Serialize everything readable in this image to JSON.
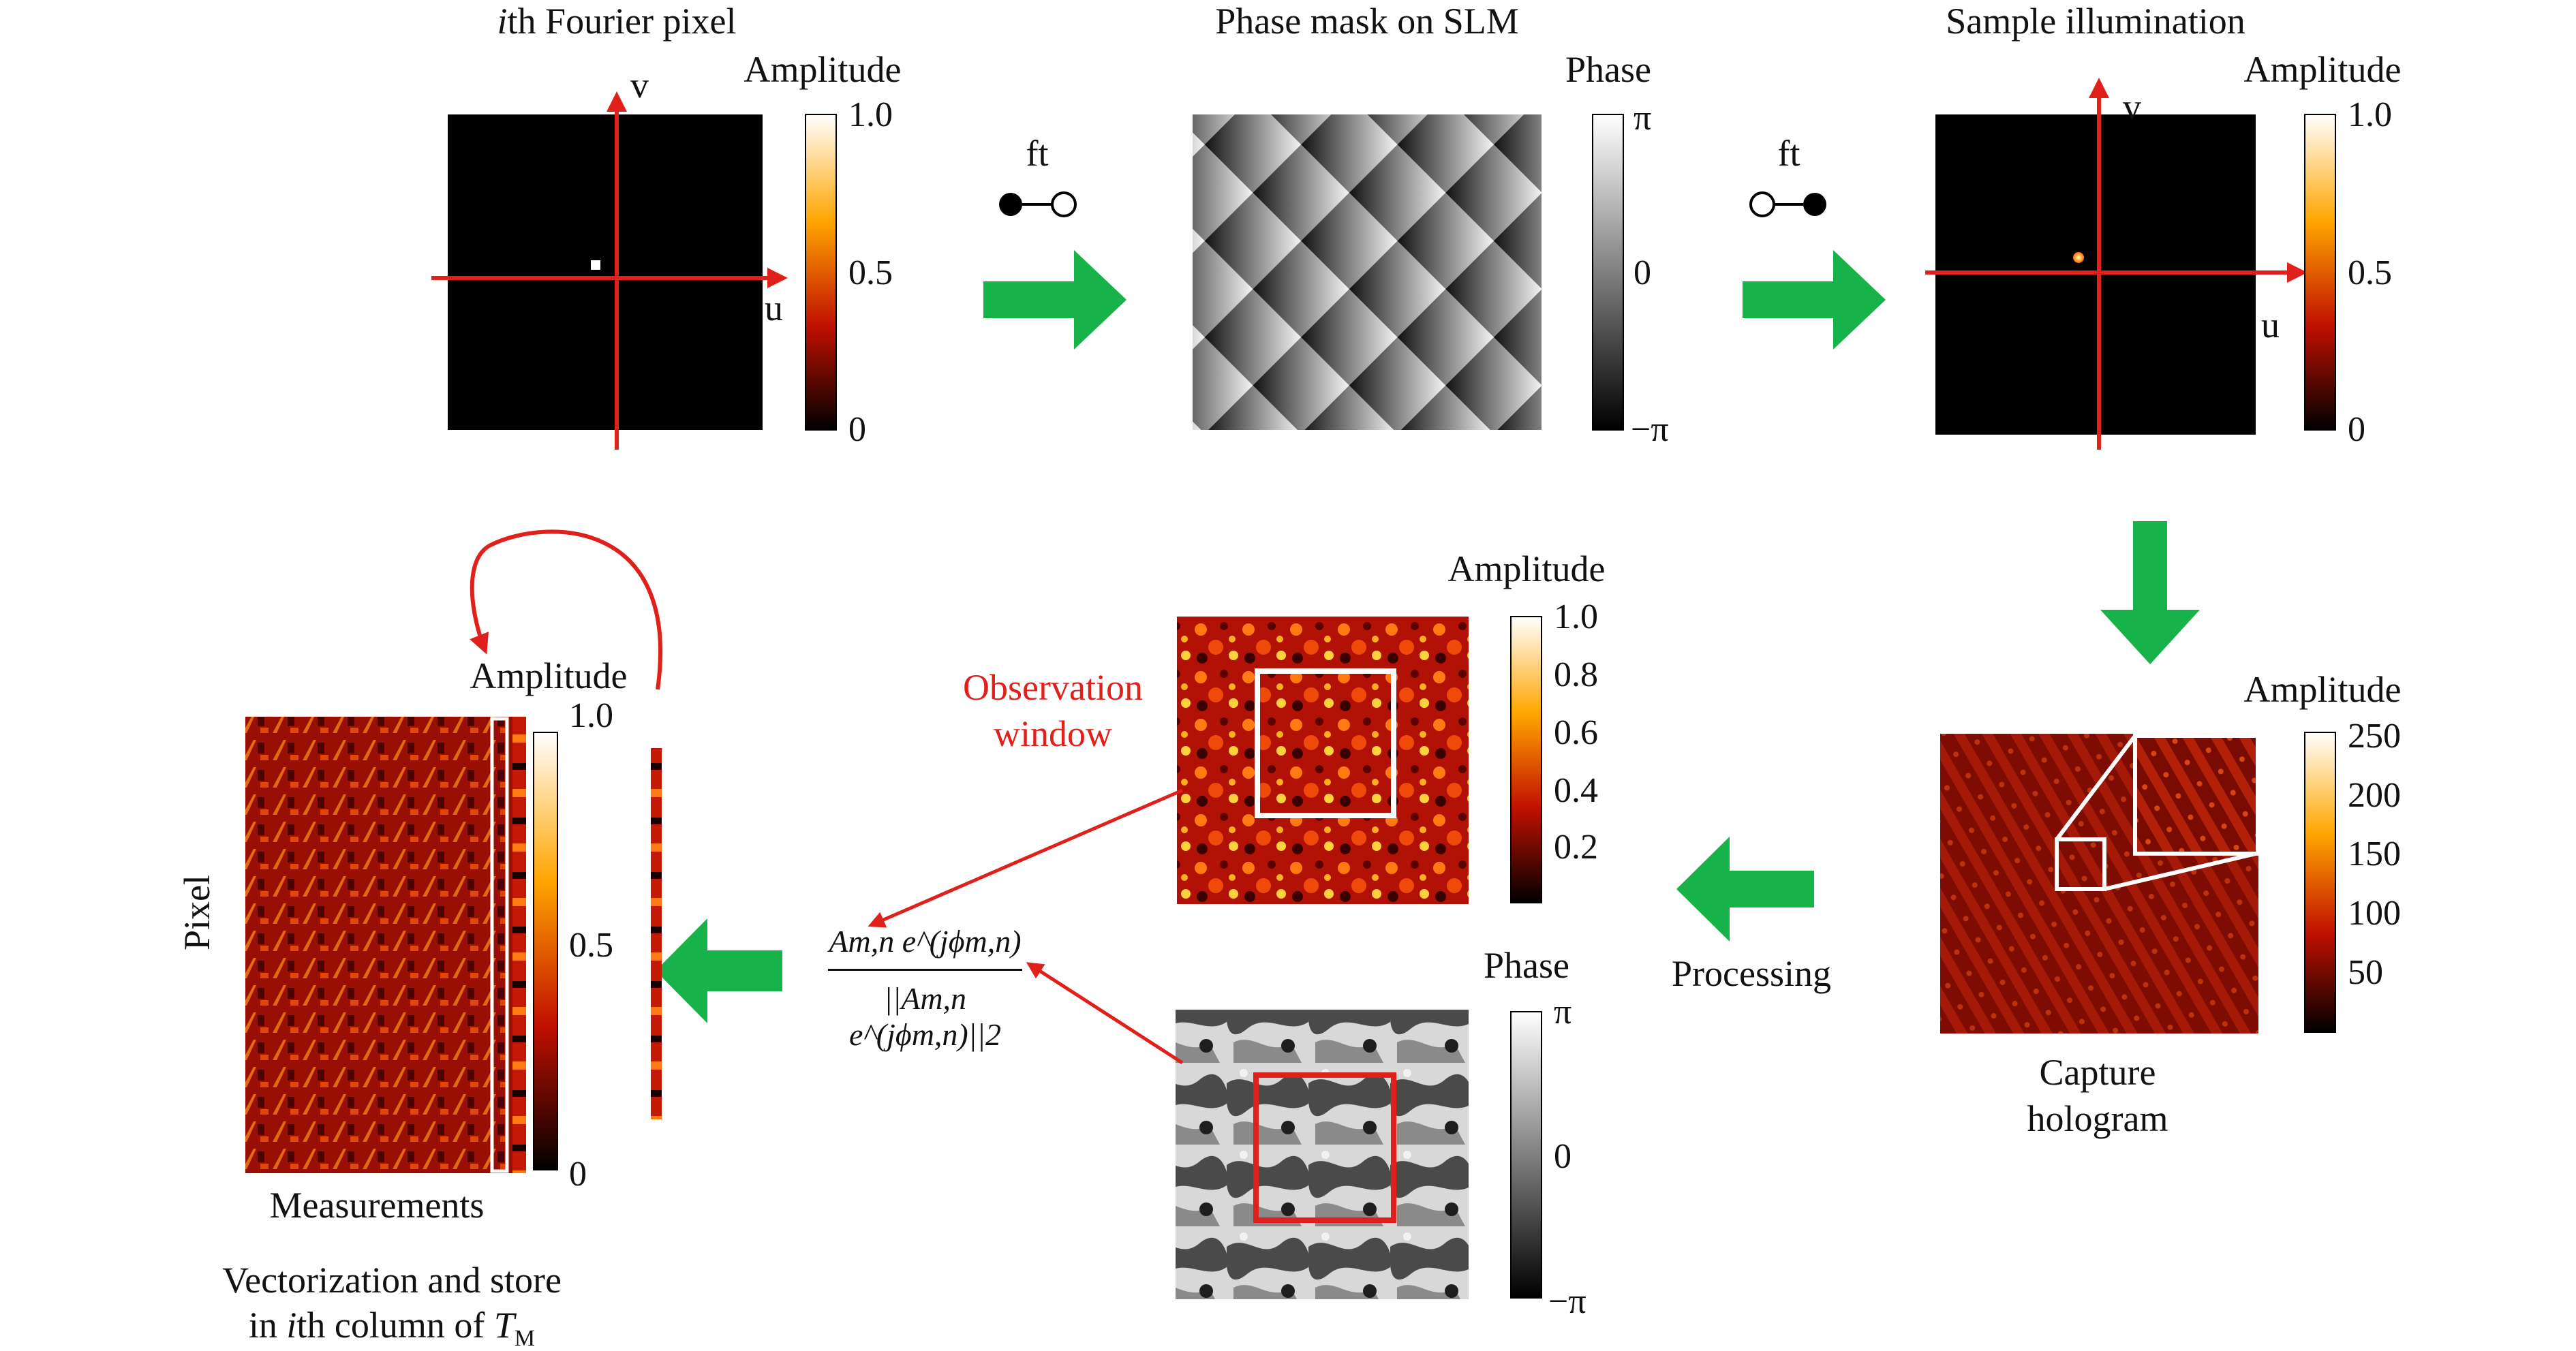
{
  "panels": {
    "fourier": {
      "title_prefix": "i",
      "title_rest": "th Fourier pixel",
      "cbar_label": "Amplitude",
      "ticks": [
        "1.0",
        "0.5",
        "0"
      ],
      "axis_u": "u",
      "axis_v": "v"
    },
    "phase_mask": {
      "title": "Phase mask on SLM",
      "cbar_label": "Phase",
      "ticks": [
        "π",
        "0",
        "−π"
      ]
    },
    "illumination": {
      "title": "Sample illumination",
      "cbar_label": "Amplitude",
      "ticks": [
        "1.0",
        "0.5",
        "0"
      ],
      "axis_u": "u",
      "axis_v": "v"
    },
    "hologram": {
      "cbar_label": "Amplitude",
      "ticks": [
        "250",
        "200",
        "150",
        "100",
        "50"
      ],
      "caption_lines": [
        "Capture",
        "hologram"
      ]
    },
    "obs_amplitude": {
      "cbar_label": "Amplitude",
      "ticks": [
        "1.0",
        "0.8",
        "0.6",
        "0.4",
        "0.2"
      ],
      "annotation_lines": [
        "Observation",
        "window"
      ]
    },
    "obs_phase": {
      "cbar_label": "Phase",
      "ticks": [
        "π",
        "0",
        "−π"
      ]
    },
    "measurements": {
      "cbar_label": "Amplitude",
      "ticks": [
        "1.0",
        "0.5",
        "0"
      ],
      "ylabel": "Pixel",
      "xlabel": "Measurements",
      "caption_line1": "Vectorization and store",
      "caption_line2_pre": "in ",
      "caption_line2_i": "i",
      "caption_line2_mid": "th column of ",
      "caption_line2_T": "T",
      "caption_line2_sub": "M"
    }
  },
  "arrows": {
    "ft_label_1": "ft",
    "ft_label_2": "ft",
    "processing": "Processing"
  },
  "formula": {
    "numerator": "Am,n e^(jϕm,n)",
    "denominator": "||Am,n e^(jϕm,n)||2"
  },
  "colors": {
    "axis_red": "#e0201b",
    "flow_green": "#18b24b",
    "window_white": "#ffffff",
    "window_red": "#e0201b"
  }
}
